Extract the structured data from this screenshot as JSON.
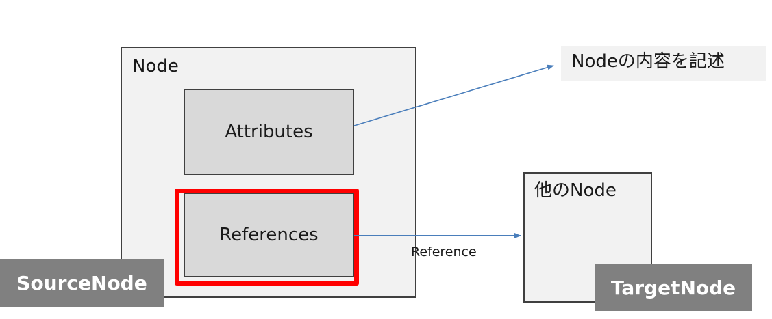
{
  "diagram": {
    "node": {
      "title": "Node",
      "attributes_label": "Attributes",
      "references_label": "References"
    },
    "description": {
      "text": "Nodeの内容を記述"
    },
    "other_node": {
      "title": "他のNode"
    },
    "reference_edge": {
      "label": "Reference"
    },
    "tags": {
      "source": "SourceNode",
      "target": "TargetNode"
    },
    "colors": {
      "highlight": "#ff0000",
      "arrow": "#4a7ebb",
      "tag_background": "#808080",
      "box_fill": "#f2f2f2",
      "inner_box_fill": "#d9d9d9"
    }
  }
}
